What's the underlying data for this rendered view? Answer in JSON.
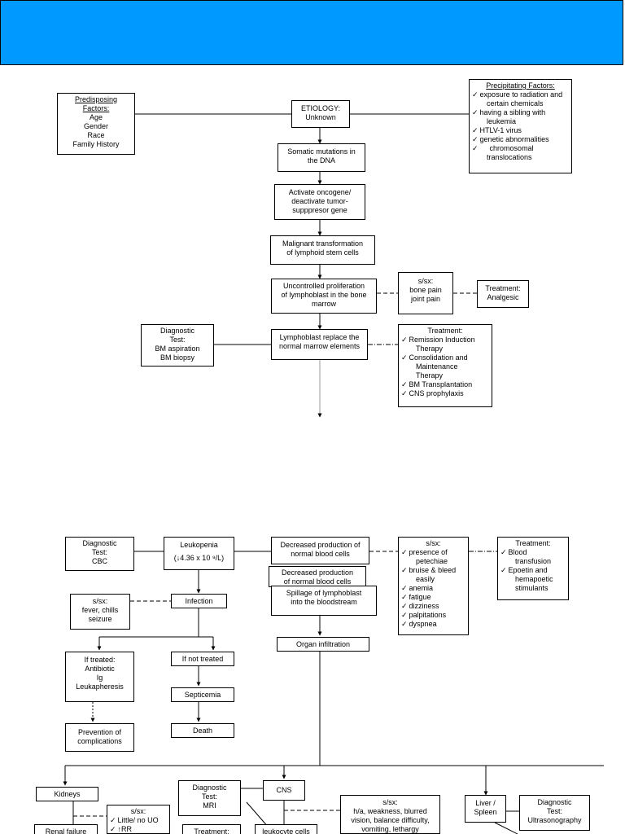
{
  "predisposing": {
    "title1": "Predisposing",
    "title2": "Factors:",
    "items": [
      "Age",
      "Gender",
      "Race",
      "Family History"
    ]
  },
  "etiology": {
    "line1": "ETIOLOGY:",
    "line2": "Unknown"
  },
  "precipitating": {
    "title": "Precipitating Factors:",
    "items": [
      "exposure to radiation and",
      "certain chemicals",
      "having a sibling with",
      "leukemia",
      "HTLV-1 virus",
      "genetic abnormalities",
      "chromosomal",
      "translocations"
    ]
  },
  "somatic": [
    "Somatic mutations in",
    "the DNA"
  ],
  "oncogene": [
    "Activate oncogene/",
    "deactivate tumor-",
    "supppresor gene"
  ],
  "malignant": [
    "Malignant transformation",
    "of lymphoid stem cells"
  ],
  "uncontrolled": [
    "Uncontrolled proliferation",
    "of lymphoblast in the bone",
    "marrow"
  ],
  "sx_bone": [
    "s/sx:",
    "bone pain",
    "joint pain"
  ],
  "tx_analgesic": [
    "Treatment:",
    "Analgesic"
  ],
  "dx_bm": [
    "Diagnostic",
    "Test:",
    "BM aspiration",
    "BM biopsy"
  ],
  "lymphoblast_replace": [
    "Lymphoblast replace the",
    "normal marrow elements"
  ],
  "tx_remission": {
    "title": "Treatment:",
    "items": [
      "Remission Induction",
      "Therapy",
      "Consolidation and",
      "Maintenance",
      "Therapy",
      "BM Transplantation",
      "CNS prophylaxis"
    ]
  },
  "dx_cbc": [
    "Diagnostic",
    "Test:",
    "CBC"
  ],
  "leukopenia": [
    "Leukopenia",
    "(↓4.36 x 10 ⁹/L)"
  ],
  "decreased_production": [
    "Decreased production of",
    "normal blood cells"
  ],
  "decreased_production_2": [
    "Decreased production",
    "of normal blood cells"
  ],
  "sx_blood": {
    "title": "s/sx:",
    "items": [
      "presence of",
      "petechiae",
      "bruise & bleed",
      "easily",
      "anemia",
      "fatigue",
      "dizziness",
      "palpitations",
      "dyspnea"
    ]
  },
  "tx_blood": {
    "title": "Treatment:",
    "items": [
      "Blood",
      "transfusion",
      "Epoetin and",
      "hemapoetic",
      "stimulants"
    ]
  },
  "sx_infection": [
    "s/sx:",
    "fever, chills",
    "seizure"
  ],
  "infection": "Infection",
  "spillage": [
    "Spillage of lymphoblast",
    "into the bloodstream"
  ],
  "organ_infiltration": "Organ infiltration",
  "if_treated": [
    "If treated:",
    "Antibiotic",
    "Ig",
    "Leukapheresis"
  ],
  "if_not_treated": "If not treated",
  "septicemia": "Septicemia",
  "prevention": [
    "Prevention of",
    "complications"
  ],
  "death": "Death",
  "kidneys": "Kidneys",
  "dx_mri": [
    "Diagnostic",
    "Test:",
    "MRI"
  ],
  "cns": "CNS",
  "sx_cns": [
    "s/sx:",
    "h/a, weakness, blurred",
    "vision, balance difficulty,",
    "vomiting, lethargy"
  ],
  "liver_spleen": [
    "Liver /",
    "Spleen"
  ],
  "dx_ultra": [
    "Diagnostic",
    "Test:",
    "Ultrasonography"
  ],
  "sx_kidney": [
    "s/sx:",
    "Little/ no UO",
    "↑RR"
  ],
  "renal_failure": "Renal failure",
  "treatment_cut": "Treatment:",
  "leukocyte_cut": "leukocyte cells"
}
